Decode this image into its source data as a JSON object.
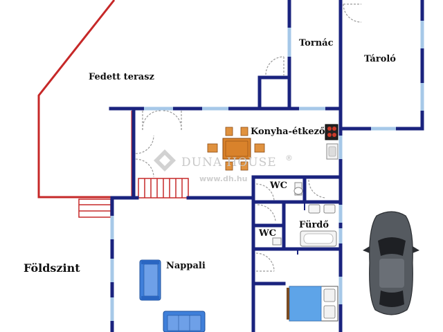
{
  "labels": {
    "fedett_terasz": "Fedett terasz",
    "tornac": "Tornác",
    "tarolo": "Tároló",
    "konyha": "Konyha-étkező",
    "wc_upper": "WC",
    "wc_lower": "WC",
    "furdo": "Fürdő",
    "nappali": "Nappali",
    "foldszint": "Földszint"
  },
  "watermark": {
    "brand": "DUNA HOUSE",
    "registered": "®",
    "url": "www.dh.hu"
  },
  "colors": {
    "wall": "#1a237e",
    "window": "#a6c8e8",
    "terrace_outline": "#c62828",
    "door": "#9a9a9a",
    "sofa": "#3f7fd9",
    "furniture_wood": "#d9822b",
    "bed_blanket": "#5ea4e8",
    "car": "#555a60"
  },
  "icons": {
    "car": "car-topview-icon",
    "bed": "bed-icon",
    "bathtub": "bathtub-icon",
    "dining": "dining-table-icon",
    "sofa": "sofa-icon",
    "stove": "stove-icon",
    "sink": "sink-icon",
    "toilet": "toilet-icon"
  }
}
